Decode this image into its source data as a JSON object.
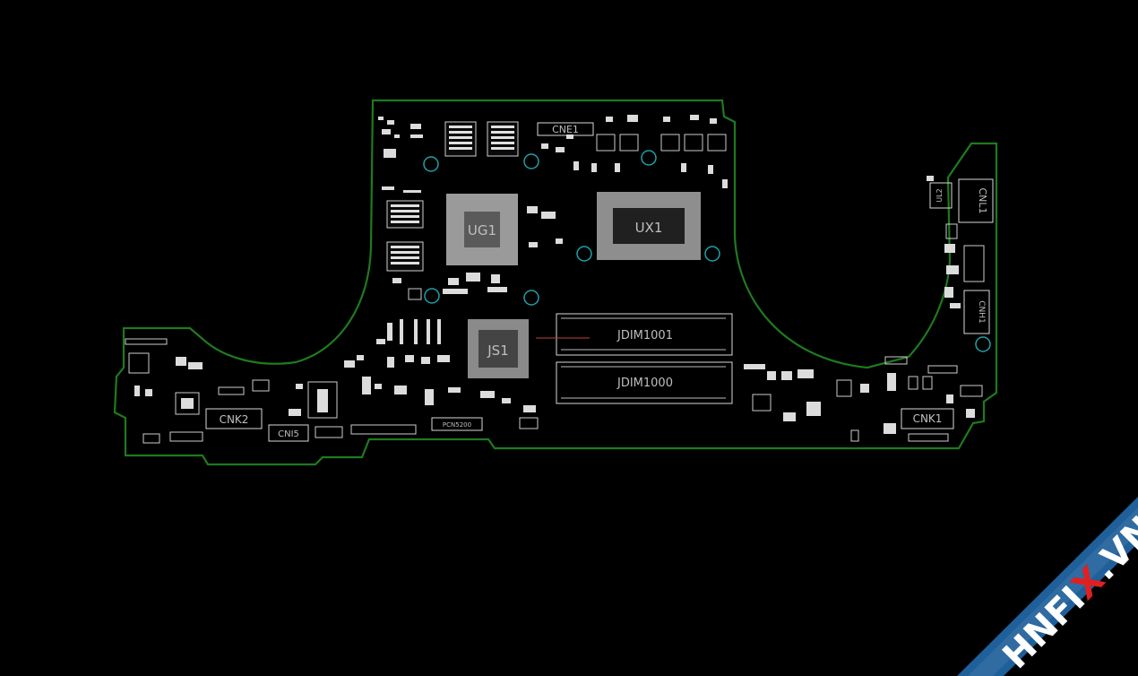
{
  "components": {
    "cne1": "CNE1",
    "ug1": "UG1",
    "ux1": "UX1",
    "js1": "JS1",
    "jdim1001": "JDIM1001",
    "jdim1000": "JDIM1000",
    "cnk2": "CNK2",
    "cnk1": "CNK1",
    "cni5": "CNI5",
    "cnl1": "CNL1",
    "ul2": "UL2",
    "cnh1": "CNH1",
    "pcn": "PCN5200"
  },
  "watermark": {
    "text_prefix": "HNFI",
    "text_x": "X",
    "text_suffix": ".VN",
    "colors": {
      "band": "#1f5f9a",
      "text": "#ffffff",
      "accent": "#e02020"
    }
  },
  "colors": {
    "background": "#000000",
    "outline": "#1f7a1f",
    "mounting_hole": "#20a0a8"
  }
}
